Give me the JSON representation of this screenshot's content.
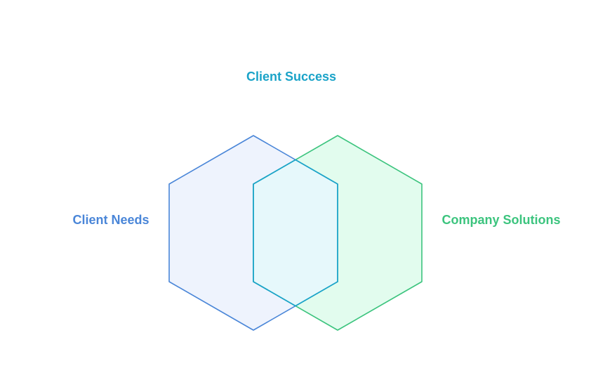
{
  "diagram": {
    "labels": {
      "intersection": "Client Success",
      "left": "Client Needs",
      "right": "Company Solutions"
    },
    "colors": {
      "left_stroke": "#4a86d8",
      "left_fill": "#eef3fd",
      "right_stroke": "#3cc47e",
      "right_fill": "#e2fcee",
      "overlap_stroke": "#1aa3c8",
      "overlap_fill": "#e6f8fb",
      "intersection_text": "#1aa3c8",
      "left_text": "#4a86d8",
      "right_text": "#3cc47e"
    }
  }
}
